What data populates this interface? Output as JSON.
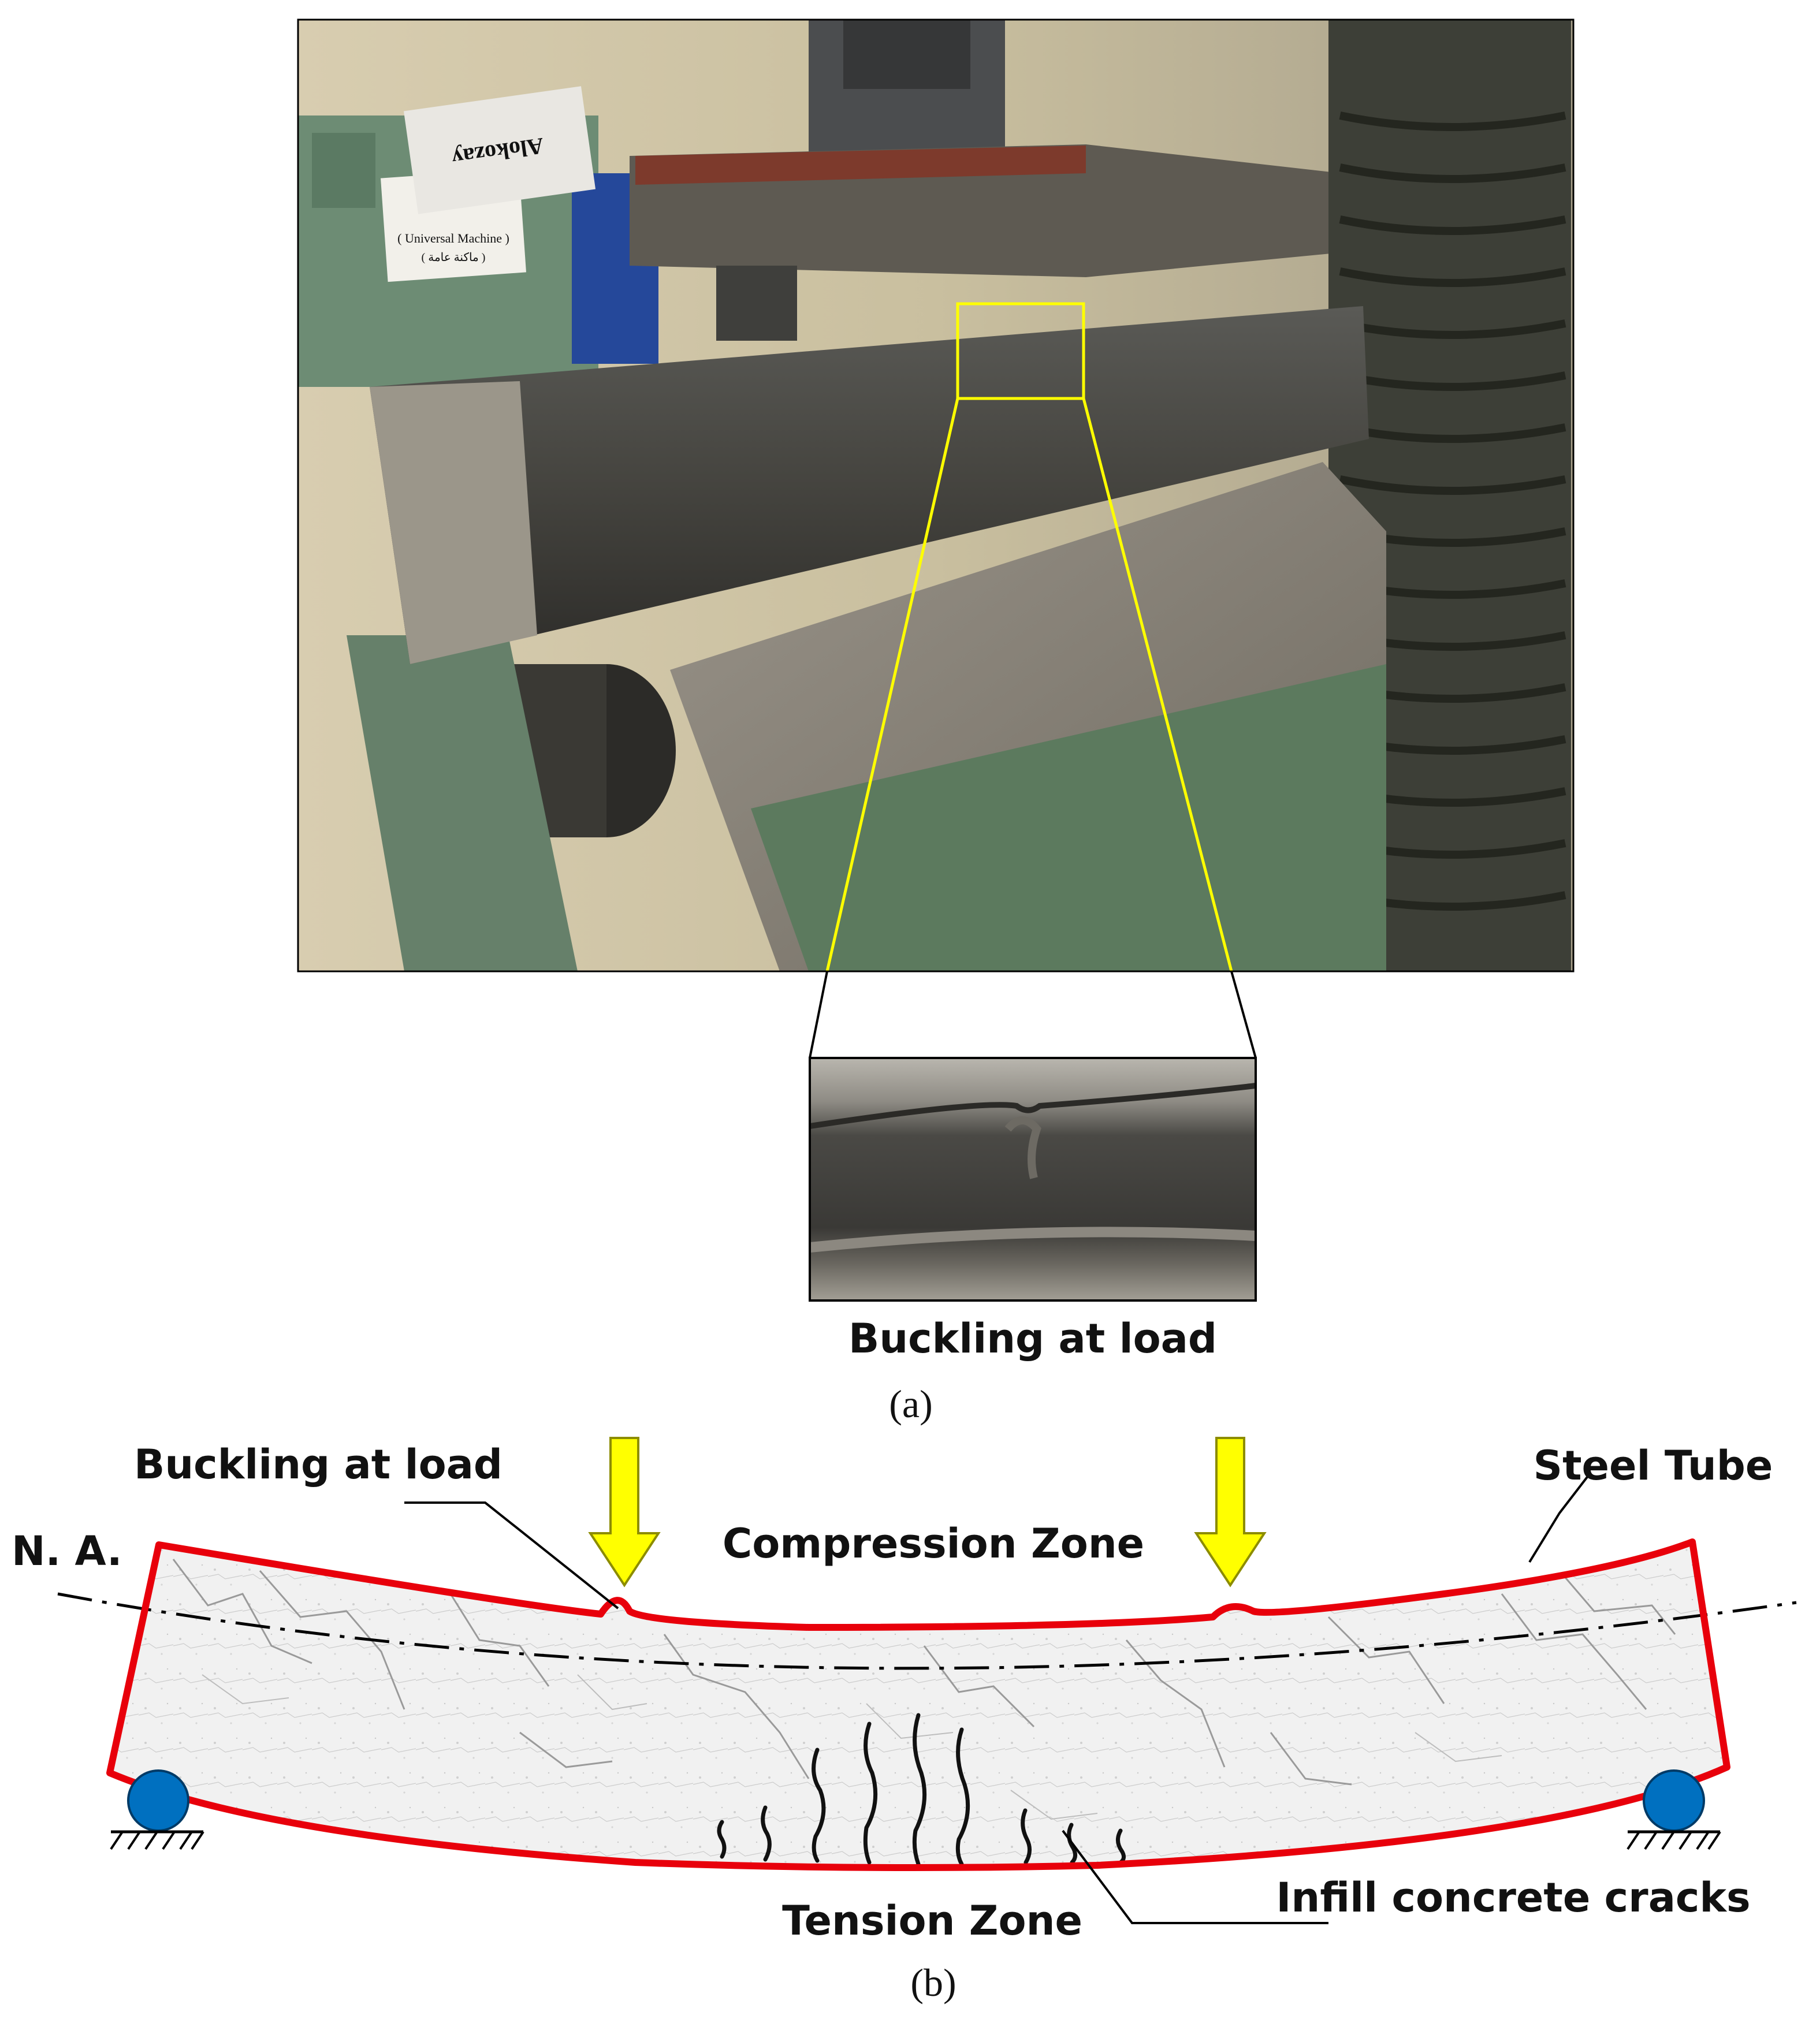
{
  "panel_a": {
    "photo_alt": "Steel tube beam under four-point load in universal testing machine",
    "paper_sign_line1": "( Universal Machine )",
    "paper_sign_line2": "( ماكنة عامة )",
    "box_brand": "Alokozay",
    "zoom_label": "Buckling at load",
    "caption": "(a)"
  },
  "panel_b": {
    "label_buckling": "Buckling at load",
    "label_steel_tube": "Steel Tube",
    "label_neutral_axis": "N. A.",
    "label_compression": "Compression Zone",
    "label_tension": "Tension Zone",
    "label_cracks": "Infill concrete cracks",
    "caption": "(b)"
  },
  "colors": {
    "tube_outline": "#e8000b",
    "load_arrow": "#ffff00",
    "support_roller": "#0070c0",
    "zoom_box": "#ffff00"
  }
}
